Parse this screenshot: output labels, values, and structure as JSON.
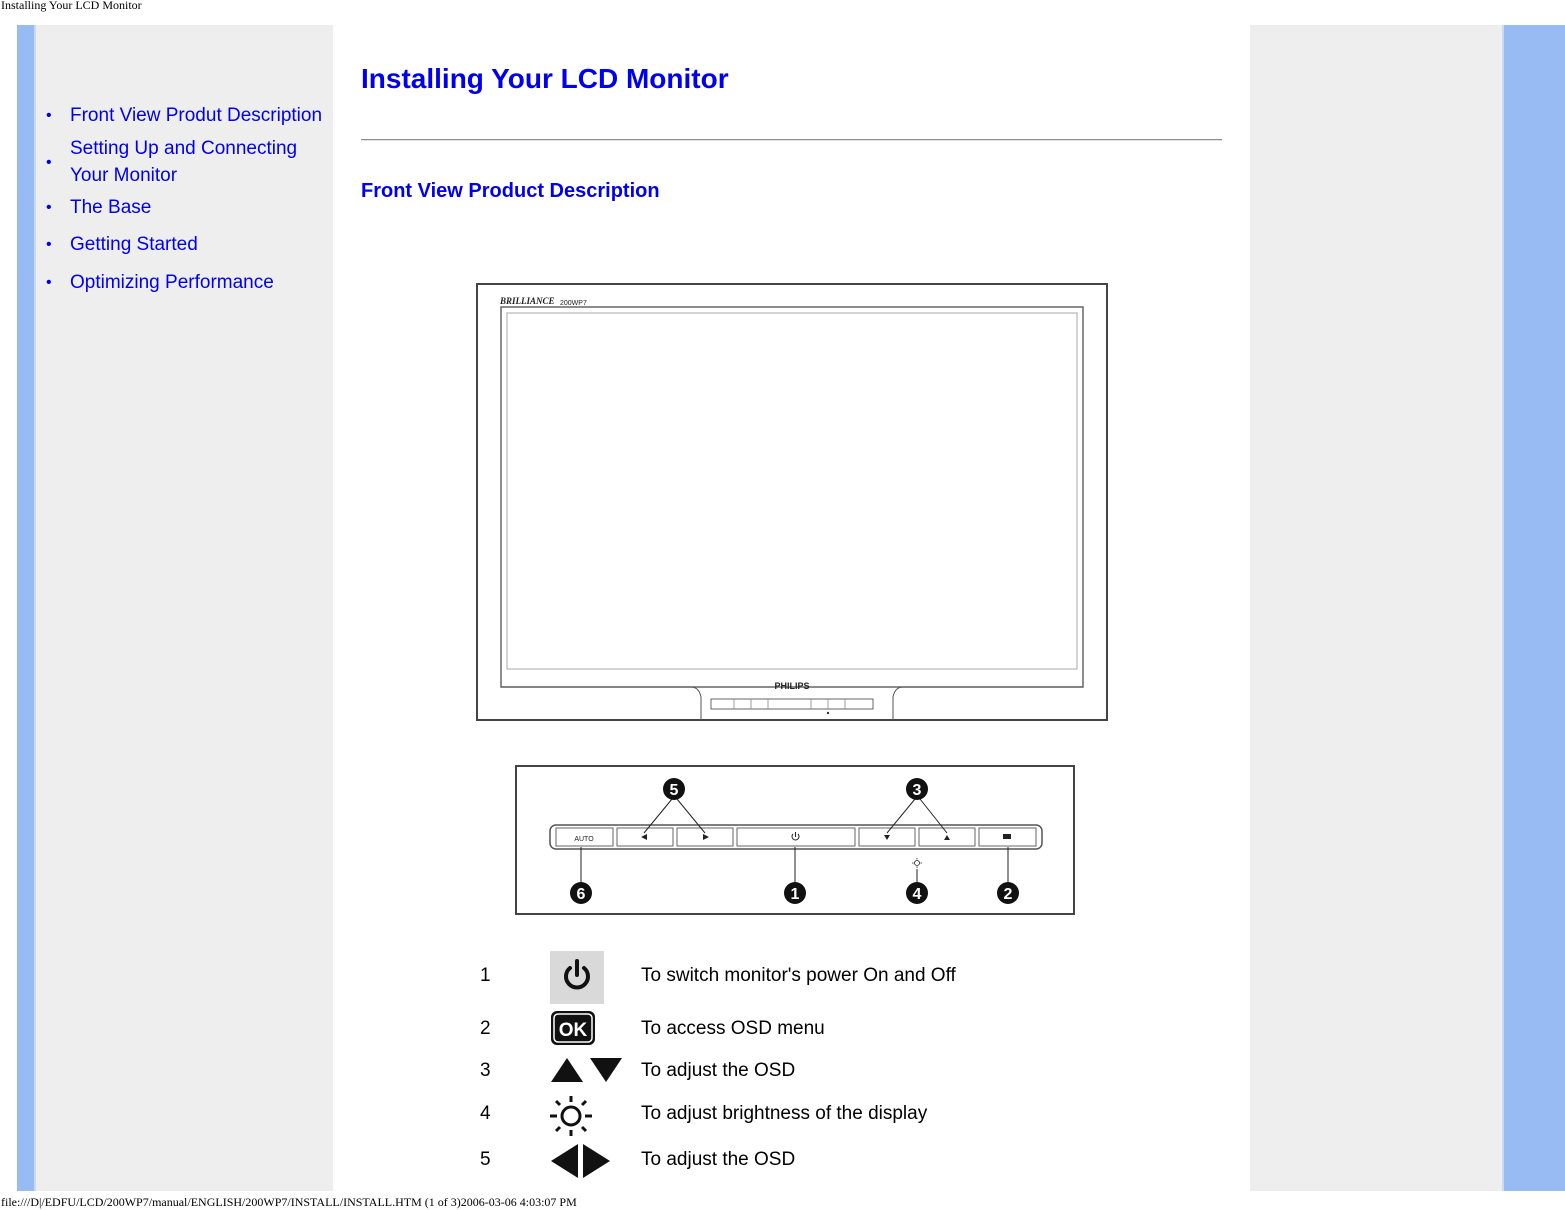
{
  "print_header": "Installing Your LCD Monitor",
  "print_footer": "file:///D|/EDFU/LCD/200WP7/manual/ENGLISH/200WP7/INSTALL/INSTALL.HTM (1 of 3)2006-03-06 4:03:07 PM",
  "sidebar": {
    "items": [
      {
        "label": "Front View Produt Description"
      },
      {
        "label": "Setting Up and Connecting Your Monitor"
      },
      {
        "label": "The Base"
      },
      {
        "label": "Getting Started"
      },
      {
        "label": "Optimizing Performance"
      }
    ]
  },
  "main": {
    "title": "Installing Your LCD Monitor",
    "section_title": "Front View Product Description",
    "monitor": {
      "brand_series": "BRILLIANCE",
      "model": "200WP7",
      "logo": "PHILIPS"
    },
    "panel": {
      "auto_label": "AUTO",
      "callouts": [
        "5",
        "3",
        "6",
        "1",
        "4",
        "2"
      ]
    },
    "controls": [
      {
        "num": "1",
        "icon": "power-icon",
        "desc": "To switch monitor's power On and Off"
      },
      {
        "num": "2",
        "icon": "ok-icon",
        "desc": "To access OSD menu",
        "icon_text": "OK"
      },
      {
        "num": "3",
        "icon": "up-down-arrows-icon",
        "desc": "To adjust the OSD"
      },
      {
        "num": "4",
        "icon": "brightness-icon",
        "desc": "To adjust brightness of the display"
      },
      {
        "num": "5",
        "icon": "left-right-arrows-icon",
        "desc": "To adjust the OSD"
      }
    ]
  }
}
